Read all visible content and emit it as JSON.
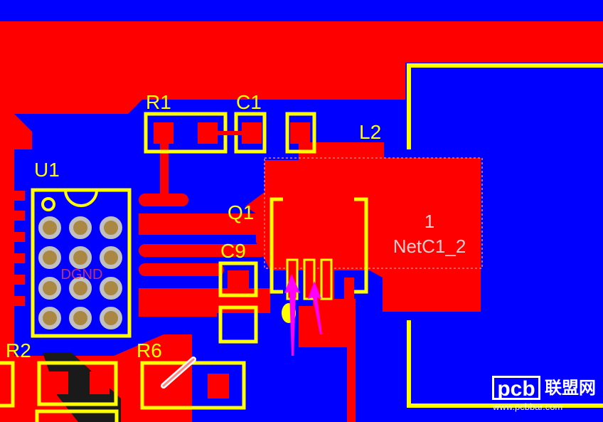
{
  "colors": {
    "copper_bottom": "#0000ff",
    "copper_top": "#ff0000",
    "silkscreen": "#ffff00",
    "pad_plated": "#aa8844",
    "via_ring": "#c0c0c0",
    "annotation_arrow": "#ff00ff",
    "logo": "#ffffff"
  },
  "designators": {
    "r1": "R1",
    "c1": "C1",
    "l2": "L2",
    "u1": "U1",
    "q1": "Q1",
    "c9": "C9",
    "r2": "R2",
    "r6": "R6"
  },
  "net_label": {
    "pin": "1",
    "net": "NetC1_2"
  },
  "u1_pad_net": "DGND",
  "watermark": {
    "logo": "pcb",
    "name": "联盟网",
    "url": "www.pcbbar.com"
  }
}
